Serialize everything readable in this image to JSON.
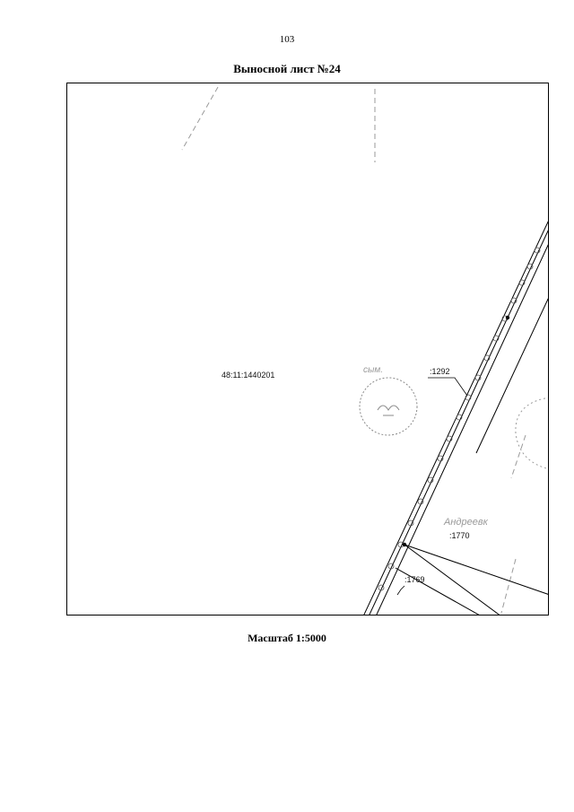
{
  "page": {
    "number": "103",
    "title": "Выносной лист №24",
    "scale": "Масштаб 1:5000"
  },
  "map": {
    "block_cadastral_number": "48:11:1440201",
    "parcels": [
      ":1292",
      ":1770",
      ":1769"
    ],
    "faint_labels": [
      "сым.",
      "Андреевк"
    ],
    "colors": {
      "line": "#000000",
      "faint": "#9a9a9a",
      "frame": "#000000"
    }
  }
}
